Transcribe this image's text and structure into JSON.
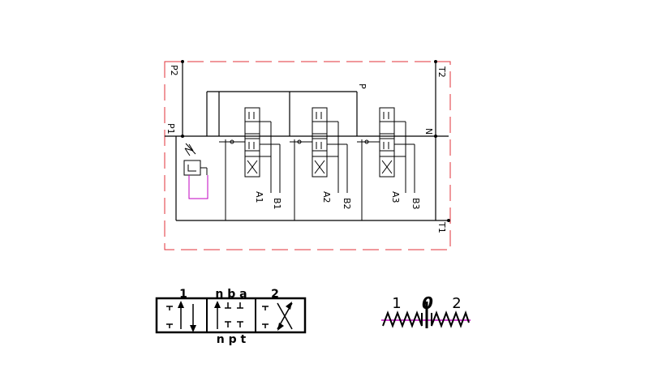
{
  "diagram": {
    "ports": {
      "p2": "P2",
      "p1": "P1",
      "p": "P",
      "n": "N",
      "t2": "T2",
      "t1": "T1"
    },
    "sections": [
      {
        "a": "A1",
        "b": "B1"
      },
      {
        "a": "A2",
        "b": "B2"
      },
      {
        "a": "A3",
        "b": "B3"
      }
    ]
  },
  "legend_spool": {
    "pos1": "1",
    "top_letters": "n b a",
    "pos2": "2",
    "bottom_letters": "n p t"
  },
  "legend_detent": {
    "pos1": "1",
    "pos0": "0",
    "pos2": "2"
  },
  "colors": {
    "line": "#000000",
    "boundary": "#e0303a",
    "accent": "#c000c0"
  }
}
